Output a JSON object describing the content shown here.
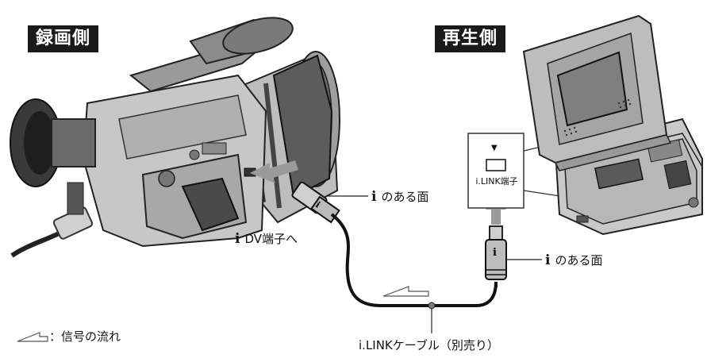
{
  "labels": {
    "recording_side": "録画側",
    "playback_side": "再生側",
    "face_with_mark_1": "のある面",
    "face_with_mark_2": "のある面",
    "dv_terminal": "DV端子へ",
    "ilink_terminal": "i.LINK端子",
    "cable": "i.LINKケーブル（別売り）",
    "signal_flow": "：信号の流れ"
  },
  "icons": {
    "ilink_symbol": "i",
    "down_triangle": "▼"
  },
  "colors": {
    "tag_background": "#1a1a1a",
    "cable": "#111111",
    "arrow_gray": "#9a9a9a",
    "device_body": "#c9c9c9",
    "device_dark": "#555555"
  }
}
